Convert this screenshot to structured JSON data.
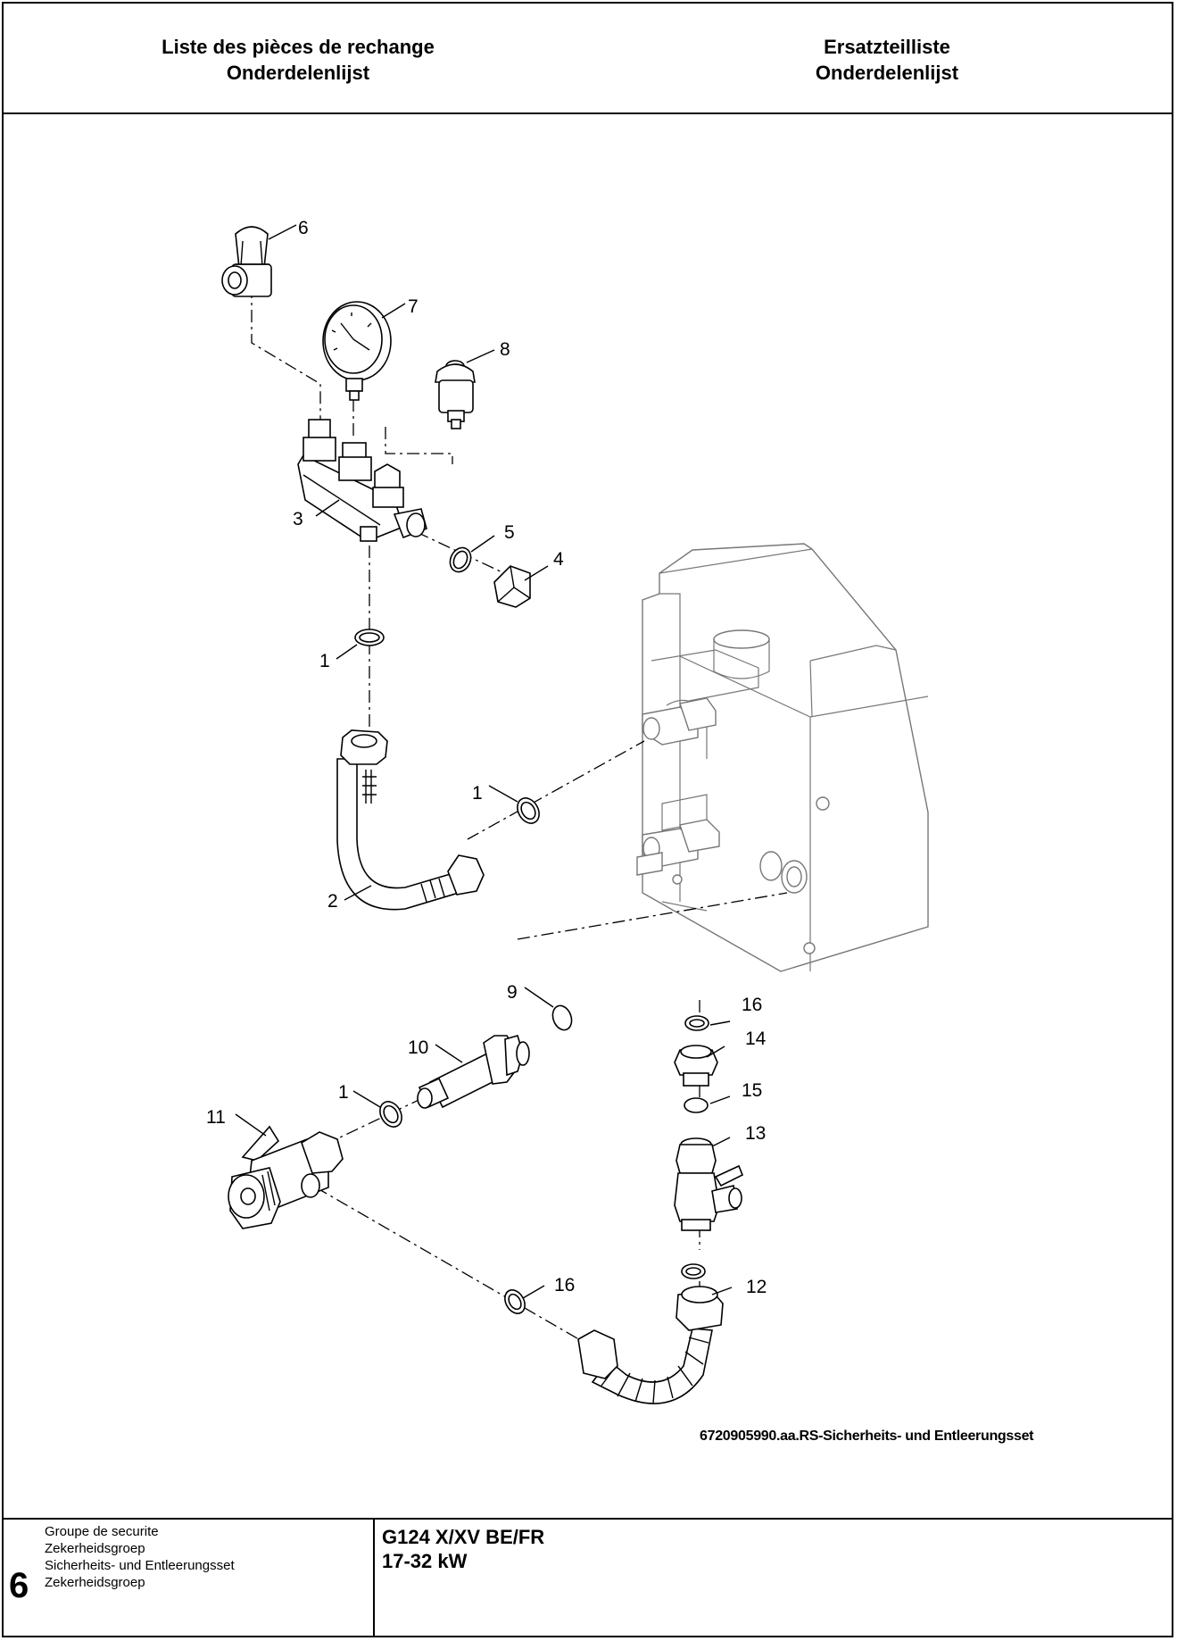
{
  "header": {
    "left_line1": "Liste des pièces de rechange",
    "left_line2": "Onderdelenlijst",
    "right_line1": "Ersatzteilliste",
    "right_line2": "Onderdelenlijst"
  },
  "diagram": {
    "callouts": {
      "c6": "6",
      "c7": "7",
      "c8": "8",
      "c3": "3",
      "c5": "5",
      "c4": "4",
      "c1a": "1",
      "c1b": "1",
      "c2": "2",
      "c9": "9",
      "c10": "10",
      "c1c": "1",
      "c11": "11",
      "c16a": "16",
      "c14": "14",
      "c15": "15",
      "c13": "13",
      "c16b": "16",
      "c12": "12"
    },
    "caption": "6720905990.aa.RS-Sicherheits- und Entleerungsset"
  },
  "footer": {
    "number": "6",
    "lines": [
      "Groupe de securite",
      "Zekerheidsgroep",
      "Sicherheits- und Entleerungsset",
      "Zekerheidsgroep"
    ],
    "model": "G124 X/XV BE/FR",
    "power": "17-32 kW"
  }
}
